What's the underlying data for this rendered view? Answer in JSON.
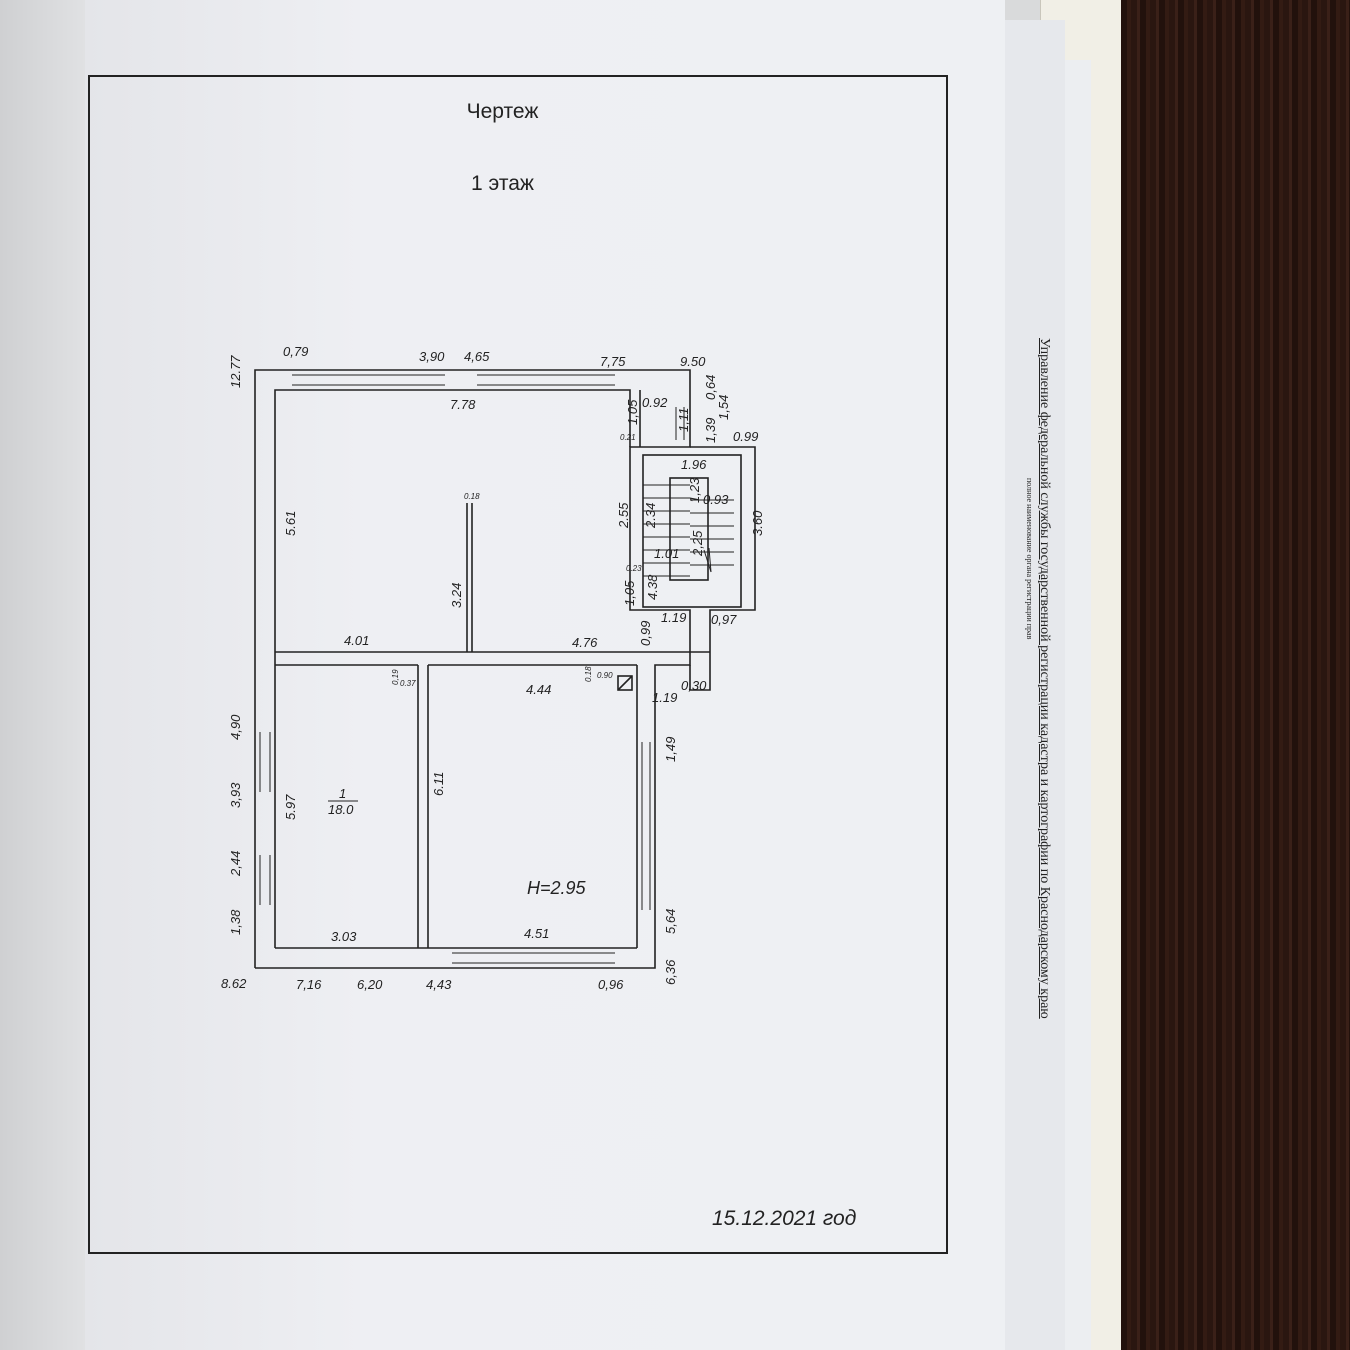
{
  "document": {
    "title": "Чертеж",
    "floor": "1 этаж",
    "date": "15.12.2021 год",
    "side_authority": "Управление федеральной службы государственной регистрации кадастра и картографии по Краснодарскому краю",
    "side_caption": "полное наименование органа регистрации прав"
  },
  "plan": {
    "room_number": "1",
    "room_area": "18.0",
    "height": "H=2.95",
    "dims": [
      "12.77",
      "0,79",
      "3,90",
      "4,65",
      "7,75",
      "9.50",
      "7.78",
      "1,05",
      "0.92",
      "1,11",
      "1,39",
      "0,64",
      "1,54",
      "0.99",
      "0.21",
      "1.96",
      "1,23",
      "0.93",
      "2.55",
      "2.34",
      "3.60",
      "2,25",
      "1.01",
      "0.23",
      "4.38",
      "1,05",
      "1.19",
      "0,97",
      "0,99",
      "0.18",
      "5.61",
      "3.24",
      "4.01",
      "4.76",
      "0,19",
      "0.37",
      "0.18",
      "0.90",
      "4.44",
      "0,30",
      "1.19",
      "4,90",
      "1,49",
      "3,93",
      "5.97",
      "6.11",
      "2,44",
      "1,38",
      "5,64",
      "3.03",
      "4.51",
      "6,36",
      "8.62",
      "7,16",
      "6,20",
      "4,43",
      "0,96"
    ]
  }
}
